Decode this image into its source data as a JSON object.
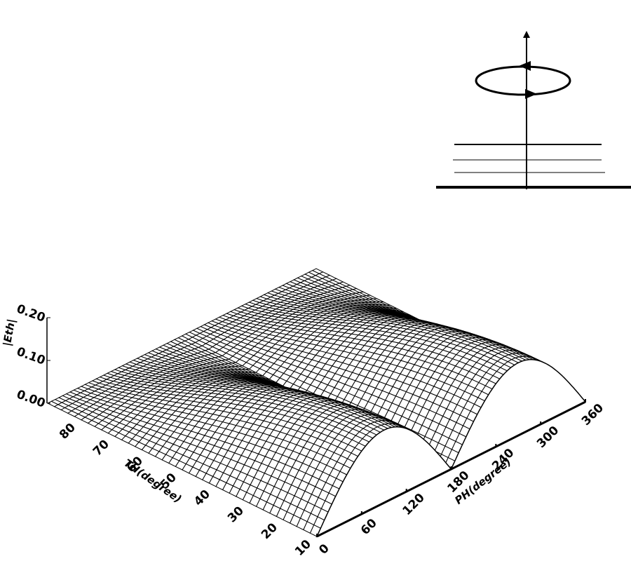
{
  "chart_data": {
    "type": "surface3d",
    "title": "",
    "zlabel": "|Eth|",
    "xlabel": "TH(degree)",
    "ylabel": "PH(degree)",
    "th_ticks": [
      10,
      20,
      30,
      40,
      50,
      60,
      70,
      80
    ],
    "th_range": [
      10,
      90
    ],
    "ph_ticks": [
      0,
      60,
      120,
      180,
      240,
      300,
      360
    ],
    "ph_range": [
      0,
      360
    ],
    "z_ticks": [
      "0.00",
      "0.10",
      "0.20"
    ],
    "z_range": [
      0.0,
      0.2
    ],
    "grid_th_steps": 40,
    "grid_ph_steps": 72,
    "surface_model": "|Eth| = 0.17 * |sin(PH)| * cos(TH)-like falloff from TH=10 to TH=90",
    "peak_values": [
      {
        "th": 10,
        "ph": 90,
        "eth": 0.17
      },
      {
        "th": 10,
        "ph": 270,
        "eth": 0.17
      },
      {
        "th": 10,
        "ph": 0,
        "eth": 0.0
      },
      {
        "th": 10,
        "ph": 180,
        "eth": 0.0
      },
      {
        "th": 10,
        "ph": 360,
        "eth": 0.0
      },
      {
        "th": 90,
        "ph": 90,
        "eth": 0.0
      },
      {
        "th": 90,
        "ph": 270,
        "eth": 0.0
      }
    ],
    "colors": {
      "mesh": "#000000",
      "background": "#ffffff"
    }
  },
  "inset": {
    "description": "Loop antenna above layered ground plane",
    "arrow_axis": "vertical z-axis arrow",
    "loop": "circular current loop with direction arrows",
    "layers": 3
  }
}
